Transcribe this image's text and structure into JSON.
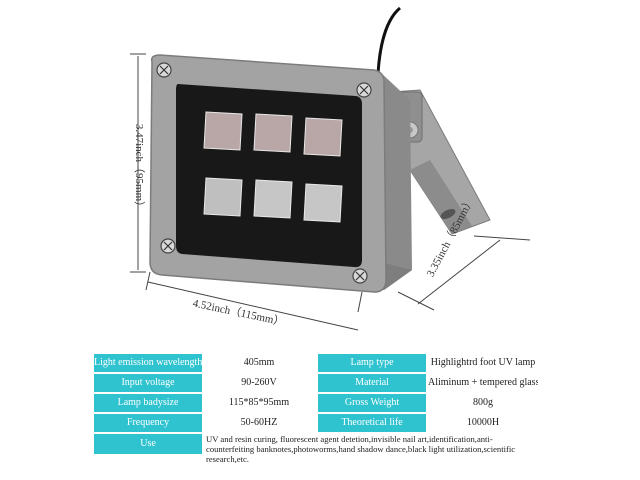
{
  "dimensions": {
    "height": "3.47inch（95mm）",
    "width": "4.52inch（115mm）",
    "depth": "3.35inch（85mm）"
  },
  "specs": [
    {
      "label": "Light emission wavelength",
      "value": "405mm",
      "label2": "Lamp type",
      "value2": "Highlightrd foot UV lamp"
    },
    {
      "label": "Input voltage",
      "value": "90-260V",
      "label2": "Material",
      "value2": "Aliminum + tempered glass"
    },
    {
      "label": "Lamp badysize",
      "value": "115*85*95mm",
      "label2": "Gross Weight",
      "value2": "800g"
    },
    {
      "label": "Frequency",
      "value": "50-60HZ",
      "label2": "Theoretical life",
      "value2": "10000H"
    }
  ],
  "use": {
    "label": "Use",
    "text": "UV and resin curing,   fluorescent agent detetion,invisible nail art,identification,anti-counterfeiting banknotes,photoworms,hand shadow dance,black light utilization,scientific research,etc."
  },
  "colors": {
    "accent": "#2fc3cf",
    "housing": "#9a9a9a",
    "panel": "#1b1b1b"
  }
}
